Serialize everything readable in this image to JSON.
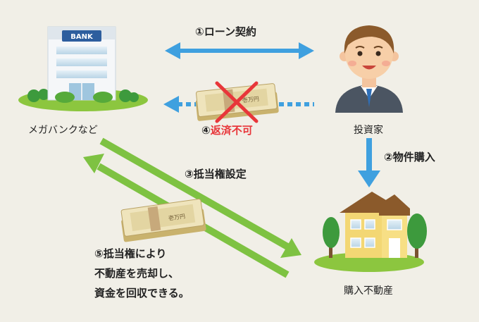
{
  "nodes": {
    "bank": {
      "sign": "BANK",
      "label": "メガバンクなど"
    },
    "investor": {
      "label": "投資家"
    },
    "property": {
      "label": "購入不動産"
    }
  },
  "steps": {
    "s1": {
      "num": "①",
      "text": "ローン契約"
    },
    "s2": {
      "num": "②",
      "text": "物件購入"
    },
    "s3": {
      "num": "③",
      "text": "抵当権設定"
    },
    "s4": {
      "num": "④",
      "text": "返済不可"
    },
    "s5": {
      "num": "⑤",
      "line1": "抵当権により",
      "line2": "不動産を売却し、",
      "line3": "資金を回収できる。"
    }
  },
  "banknote": {
    "text": "壱万円"
  },
  "colors": {
    "blue_arrow": "#3fa0df",
    "green_arrow": "#7ec242",
    "cross": "#e8363a",
    "background": "#f1efe7"
  }
}
